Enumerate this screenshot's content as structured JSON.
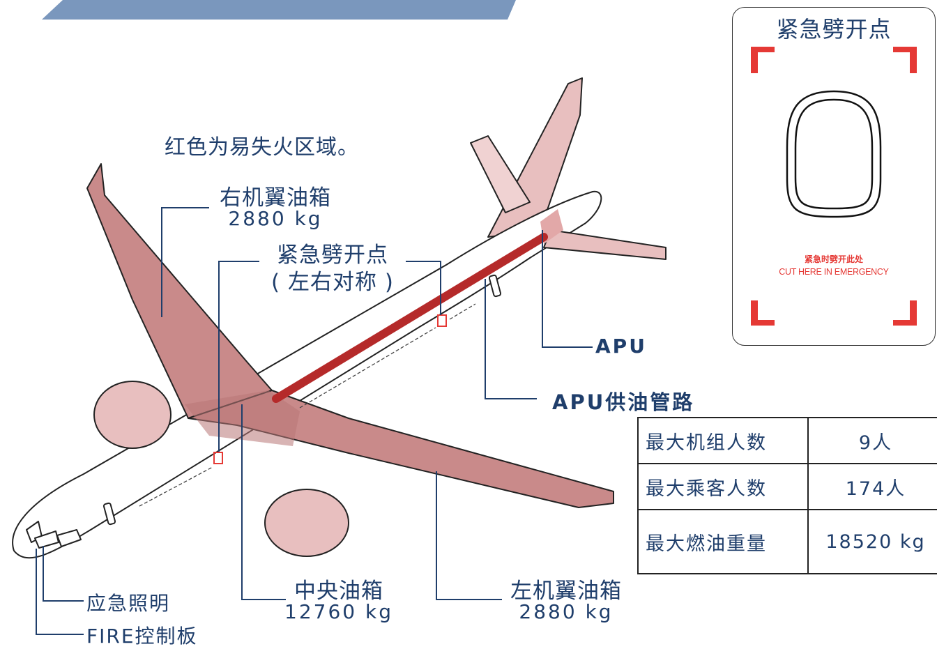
{
  "note": "红色为易失火区域。",
  "labels": {
    "right_wing_tank": {
      "name": "右机翼油箱",
      "weight": "2880 kg"
    },
    "emergency_cut": {
      "name": "紧急劈开点",
      "sub": "( 左右对称 )"
    },
    "apu": "APU",
    "apu_fuel_line": "APU供油管路",
    "center_tank": {
      "name": "中央油箱",
      "weight": "12760 kg"
    },
    "left_wing_tank": {
      "name": "左机翼油箱",
      "weight": "2880 kg"
    },
    "emergency_lighting": "应急照明",
    "fire_panel": "FIRE控制板"
  },
  "cut_panel": {
    "title": "紧急劈开点",
    "text_cn": "紧急时劈开此处",
    "text_en": "CUT HERE IN EMERGENCY"
  },
  "specs": [
    {
      "label": "最大机组人数",
      "value": "9人"
    },
    {
      "label": "最大乘客人数",
      "value": "174人"
    },
    {
      "label": "最大燃油重量",
      "value": "18520 kg"
    }
  ],
  "colors": {
    "hazard": "#c98a8a",
    "fuel_line": "#b52a2a",
    "text": "#1f3e6b",
    "cut_marks": "#e53935"
  }
}
